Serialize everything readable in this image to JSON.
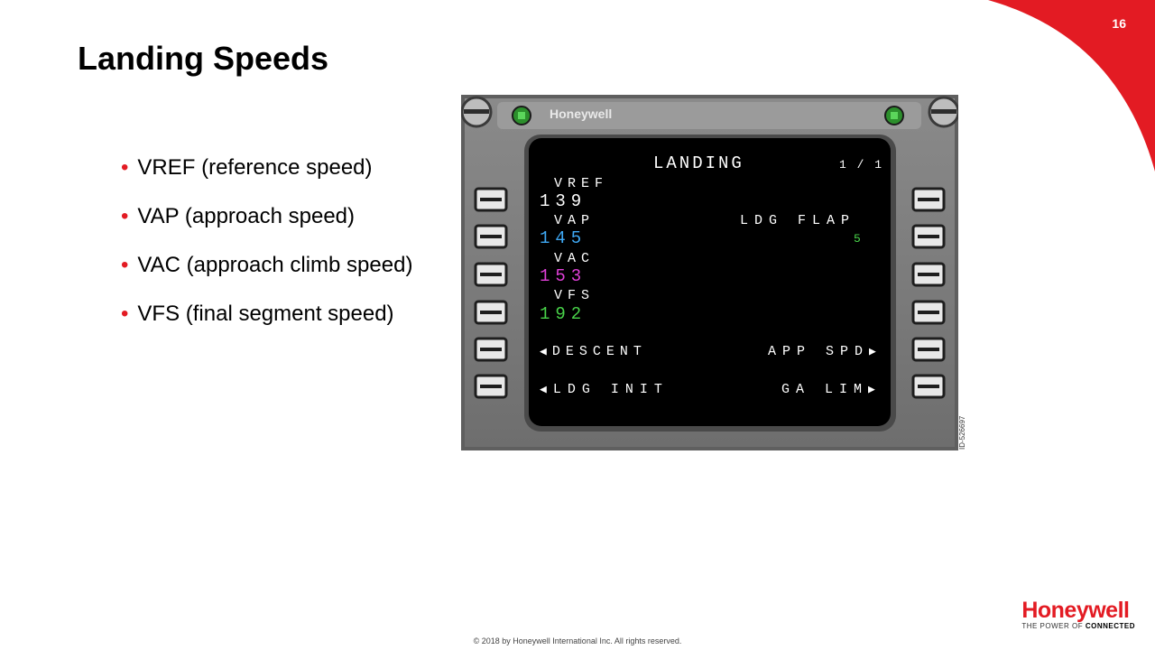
{
  "slide": {
    "page_number": "16",
    "title": "Landing Speeds",
    "bullets": [
      "VREF (reference speed)",
      "VAP (approach speed)",
      "VAC (approach climb speed)",
      "VFS (final segment speed)"
    ],
    "footer": "© 2018 by Honeywell International Inc. All rights reserved."
  },
  "fmc": {
    "brand": "Honeywell",
    "figure_id": "ID-526697",
    "page_title": "LANDING",
    "page_count": "1 / 1",
    "vref_label": "VREF",
    "vref_value": "139",
    "vap_label": "VAP",
    "vap_value": "145",
    "vac_label": "VAC",
    "vac_value": "153",
    "vfs_label": "VFS",
    "vfs_value": "192",
    "ldg_flap_label": "LDG FLAP",
    "ldg_flap_value": "5",
    "descent_label": "DESCENT",
    "ldg_init_label": "LDG INIT",
    "app_spd_label": "APP SPD",
    "ga_lim_label": "GA LIM",
    "colors": {
      "white": "#ffffff",
      "cyan": "#3fa9f5",
      "magenta": "#e040d8",
      "green": "#49d44a"
    }
  },
  "logo": {
    "word": "Honeywell",
    "tag_prefix": "THE POWER OF ",
    "tag_bold": "CONNECTED"
  },
  "colors": {
    "brand_red": "#e31b23"
  }
}
